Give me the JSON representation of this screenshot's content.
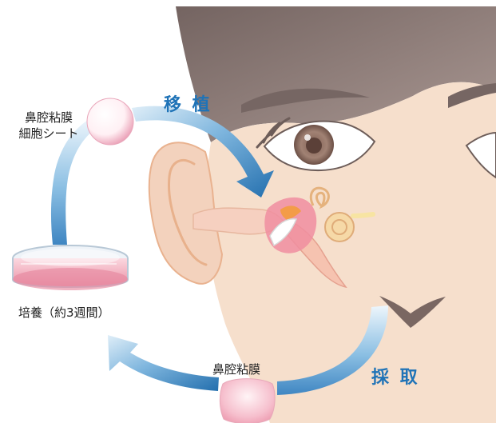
{
  "labels": {
    "sheet_line1": "鼻腔粘膜",
    "sheet_line2": "細胞シート",
    "culture": "培養（約3週間）",
    "mucosa": "鼻腔粘膜"
  },
  "actions": {
    "transplant": "移 植",
    "harvest": "採 取"
  },
  "colors": {
    "accent_blue": "#1f73b7",
    "skin": "#f6dfcc",
    "hair": "#8f7d78",
    "pink": "#f2b3c3",
    "text": "#222222"
  },
  "icons": {
    "cell_sheet": "pink-sphere",
    "culture_dish": "petri-dish",
    "mucosa_tissue": "tissue-block",
    "flow": "circular-arrows"
  }
}
